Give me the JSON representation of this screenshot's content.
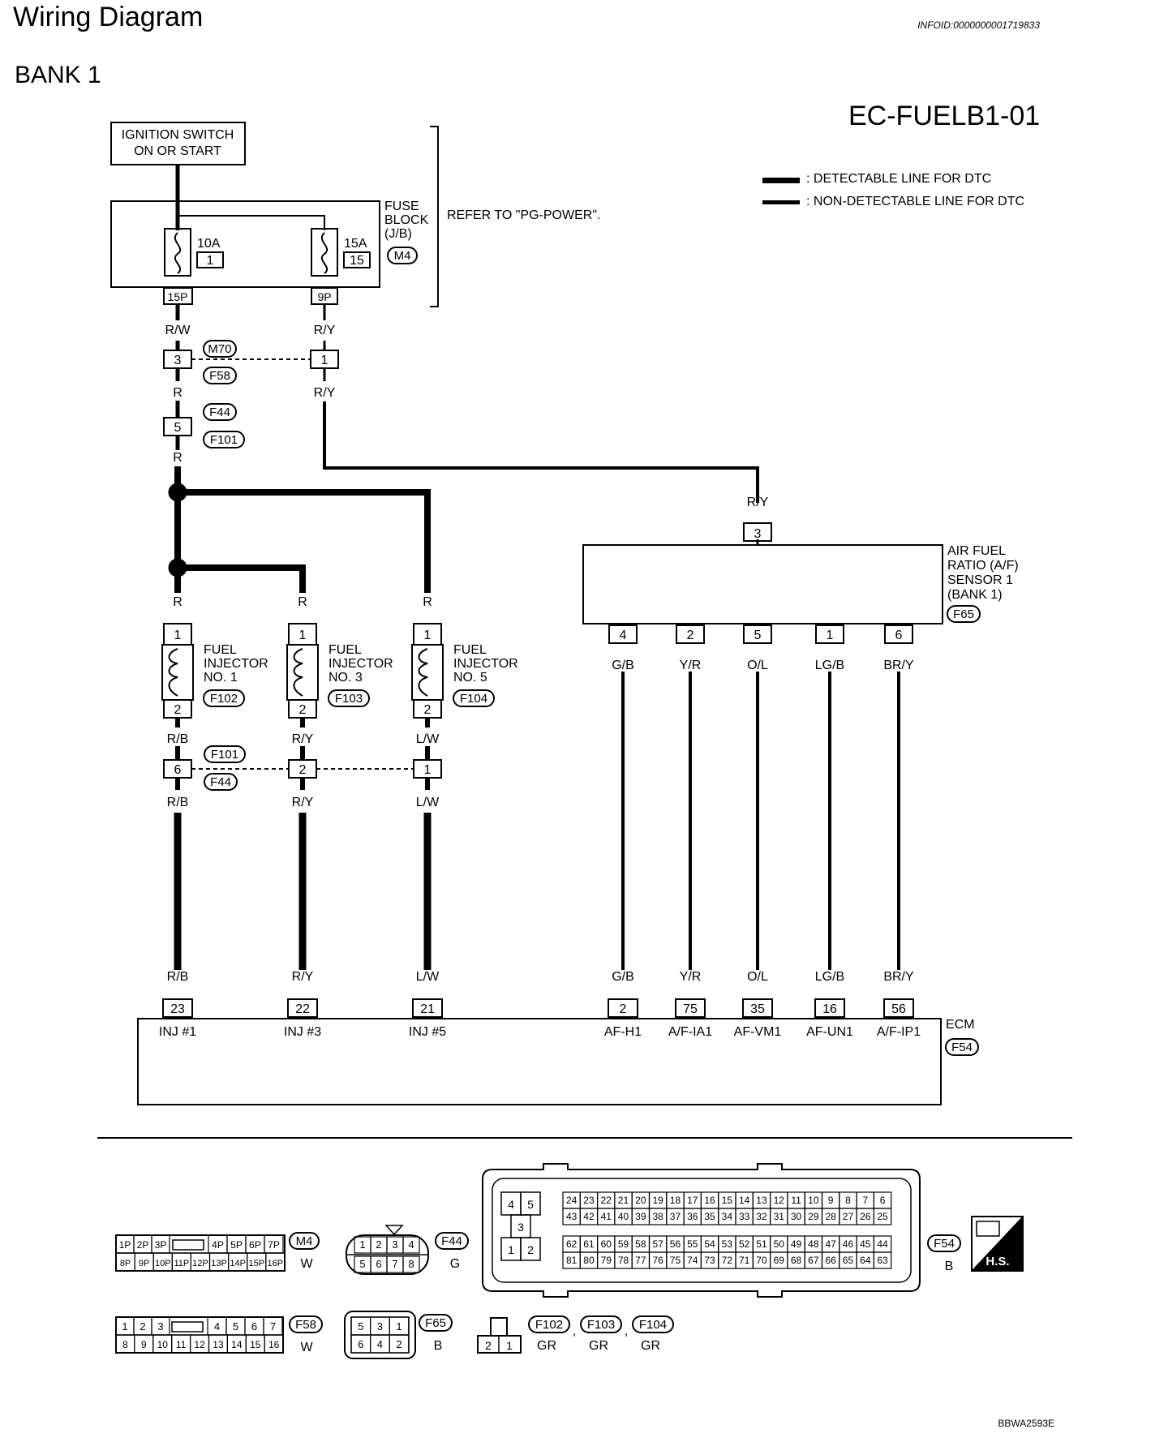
{
  "header": {
    "title": "Wiring Diagram",
    "infoid": "INFOID:0000000001719833",
    "bank": "BANK 1",
    "code": "EC-FUELB1-01"
  },
  "legend": [
    {
      "label": ": DETECTABLE LINE FOR DTC"
    },
    {
      "label": ": NON-DETECTABLE LINE FOR DTC"
    }
  ],
  "ignition": {
    "line1": "IGNITION SWITCH",
    "line2": "ON OR START"
  },
  "fuse_block": {
    "label_lines": [
      "FUSE",
      "BLOCK",
      "(J/B)"
    ],
    "connector": "M4",
    "refer": "REFER TO \"PG-POWER\".",
    "fuses": [
      {
        "amp": "10A",
        "num": "1",
        "terminal": "15P"
      },
      {
        "amp": "15A",
        "num": "15",
        "terminal": "9P"
      }
    ]
  },
  "wire_labels": {
    "rw": "R/W",
    "ry": "R/Y",
    "r": "R",
    "rb": "R/B",
    "lw": "L/W",
    "gb": "G/B",
    "yr": "Y/R",
    "ol": "O/L",
    "lgb": "LG/B",
    "bry": "BR/Y"
  },
  "joint_connectors": {
    "m70": "M70",
    "f58": "F58",
    "f44": "F44",
    "f101": "F101",
    "pin3": "3",
    "pin1": "1",
    "pin5": "5",
    "pin6": "6",
    "pin2": "2"
  },
  "af_sensor": {
    "label_lines": [
      "AIR FUEL",
      "RATIO (A/F)",
      "SENSOR 1",
      "(BANK 1)"
    ],
    "connector": "F65",
    "top_pin": "3",
    "pins": [
      "4",
      "2",
      "5",
      "1",
      "6"
    ]
  },
  "injectors": [
    {
      "l1": "FUEL",
      "l2": "INJECTOR",
      "l3": "NO. 1",
      "connector": "F102",
      "pin_top": "1",
      "pin_bottom": "2"
    },
    {
      "l1": "FUEL",
      "l2": "INJECTOR",
      "l3": "NO. 3",
      "connector": "F103",
      "pin_top": "1",
      "pin_bottom": "2"
    },
    {
      "l1": "FUEL",
      "l2": "INJECTOR",
      "l3": "NO. 5",
      "connector": "F104",
      "pin_top": "1",
      "pin_bottom": "2"
    }
  ],
  "ecm": {
    "label": "ECM",
    "connector": "F54",
    "pins": [
      {
        "num": "23",
        "name": "INJ #1"
      },
      {
        "num": "22",
        "name": "INJ #3"
      },
      {
        "num": "21",
        "name": "INJ #5"
      },
      {
        "num": "2",
        "name": "AF-H1"
      },
      {
        "num": "75",
        "name": "A/F-IA1"
      },
      {
        "num": "35",
        "name": "AF-VM1"
      },
      {
        "num": "16",
        "name": "AF-UN1"
      },
      {
        "num": "56",
        "name": "A/F-IP1"
      }
    ]
  },
  "connector_faces": {
    "m4": {
      "name": "M4",
      "color": "W",
      "row1": [
        "1P",
        "2P",
        "3P",
        "",
        "4P",
        "5P",
        "6P",
        "7P"
      ],
      "row2": [
        "8P",
        "9P",
        "10P",
        "11P",
        "12P",
        "13P",
        "14P",
        "15P",
        "16P"
      ]
    },
    "f44": {
      "name": "F44",
      "color": "G",
      "row1": [
        "1",
        "2",
        "3",
        "4"
      ],
      "row2": [
        "5",
        "6",
        "7",
        "8"
      ]
    },
    "f54": {
      "name": "F54",
      "color": "B",
      "left": [
        "4",
        "5",
        "3",
        "1",
        "2"
      ],
      "r1": [
        "24",
        "23",
        "22",
        "21",
        "20",
        "19",
        "18",
        "17",
        "16",
        "15",
        "14",
        "13",
        "12",
        "11",
        "10",
        "9",
        "8",
        "7",
        "6"
      ],
      "r2": [
        "43",
        "42",
        "41",
        "40",
        "39",
        "38",
        "37",
        "36",
        "35",
        "34",
        "33",
        "32",
        "31",
        "30",
        "29",
        "28",
        "27",
        "26",
        "25"
      ],
      "r3": [
        "62",
        "61",
        "60",
        "59",
        "58",
        "57",
        "56",
        "55",
        "54",
        "53",
        "52",
        "51",
        "50",
        "49",
        "48",
        "47",
        "46",
        "45",
        "44"
      ],
      "r4": [
        "81",
        "80",
        "79",
        "78",
        "77",
        "76",
        "75",
        "74",
        "73",
        "72",
        "71",
        "70",
        "69",
        "68",
        "67",
        "66",
        "65",
        "64",
        "63"
      ]
    },
    "hs": "H.S.",
    "f58": {
      "name": "F58",
      "color": "W",
      "row1": [
        "1",
        "2",
        "3",
        "",
        "4",
        "5",
        "6",
        "7"
      ],
      "row2": [
        "8",
        "9",
        "10",
        "11",
        "12",
        "13",
        "14",
        "15",
        "16"
      ]
    },
    "f65": {
      "name": "F65",
      "color": "B",
      "row1": [
        "5",
        "3",
        "1"
      ],
      "row2": [
        "6",
        "4",
        "2"
      ]
    },
    "inj": {
      "pins": [
        "2",
        "1"
      ],
      "names": [
        "F102",
        "F103",
        "F104"
      ],
      "colors": [
        "GR",
        "GR",
        "GR"
      ],
      "sep": ","
    }
  },
  "footer": "BBWA2593E"
}
